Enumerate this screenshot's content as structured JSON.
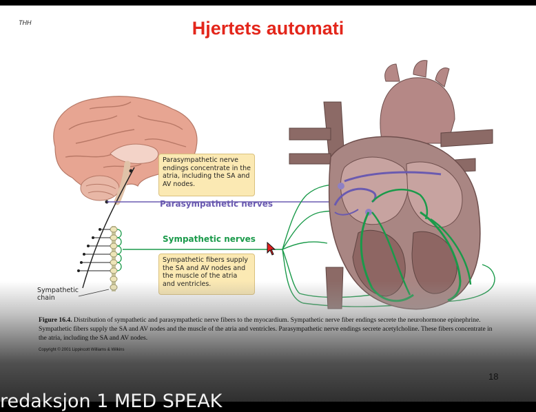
{
  "slide": {
    "author": "THH",
    "title": "Hjertets automati",
    "page_number": "18"
  },
  "figure": {
    "callout_parasympathetic": "Parasympathetic nerve endings concentrate in the atria, including the SA and AV nodes.",
    "label_parasympathetic": "Parasympathetic nerves",
    "label_sympathetic": "Sympathetic nerves",
    "callout_sympathetic": "Sympathetic fibers supply the SA and AV nodes and the muscle of the atria and ventricles.",
    "label_chain": "Sympathetic chain",
    "caption_bold": "Figure 16.4.",
    "caption_text": "Distribution of sympathetic and parasympathetic nerve fibers to the myocardium. Sympathetic nerve fiber endings secrete the neurohormone epinephrine. Sympathetic fibers supply the SA and AV nodes and the muscle of the atria and ventricles. Parasympathetic nerve endings secrete acetylcholine. These fibers concentrate in the atria, including the SA and AV nodes.",
    "copyright": "Copyright © 2001 Lippincott Williams & Wilkins",
    "colors": {
      "parasympathetic": "#6a5ab0",
      "sympathetic": "#1a9a4a",
      "callout_fill": "#fbe9b3",
      "title": "#e3261b"
    }
  },
  "overlay": {
    "subtitle": "redaksjon 1 MED SPEAK"
  }
}
